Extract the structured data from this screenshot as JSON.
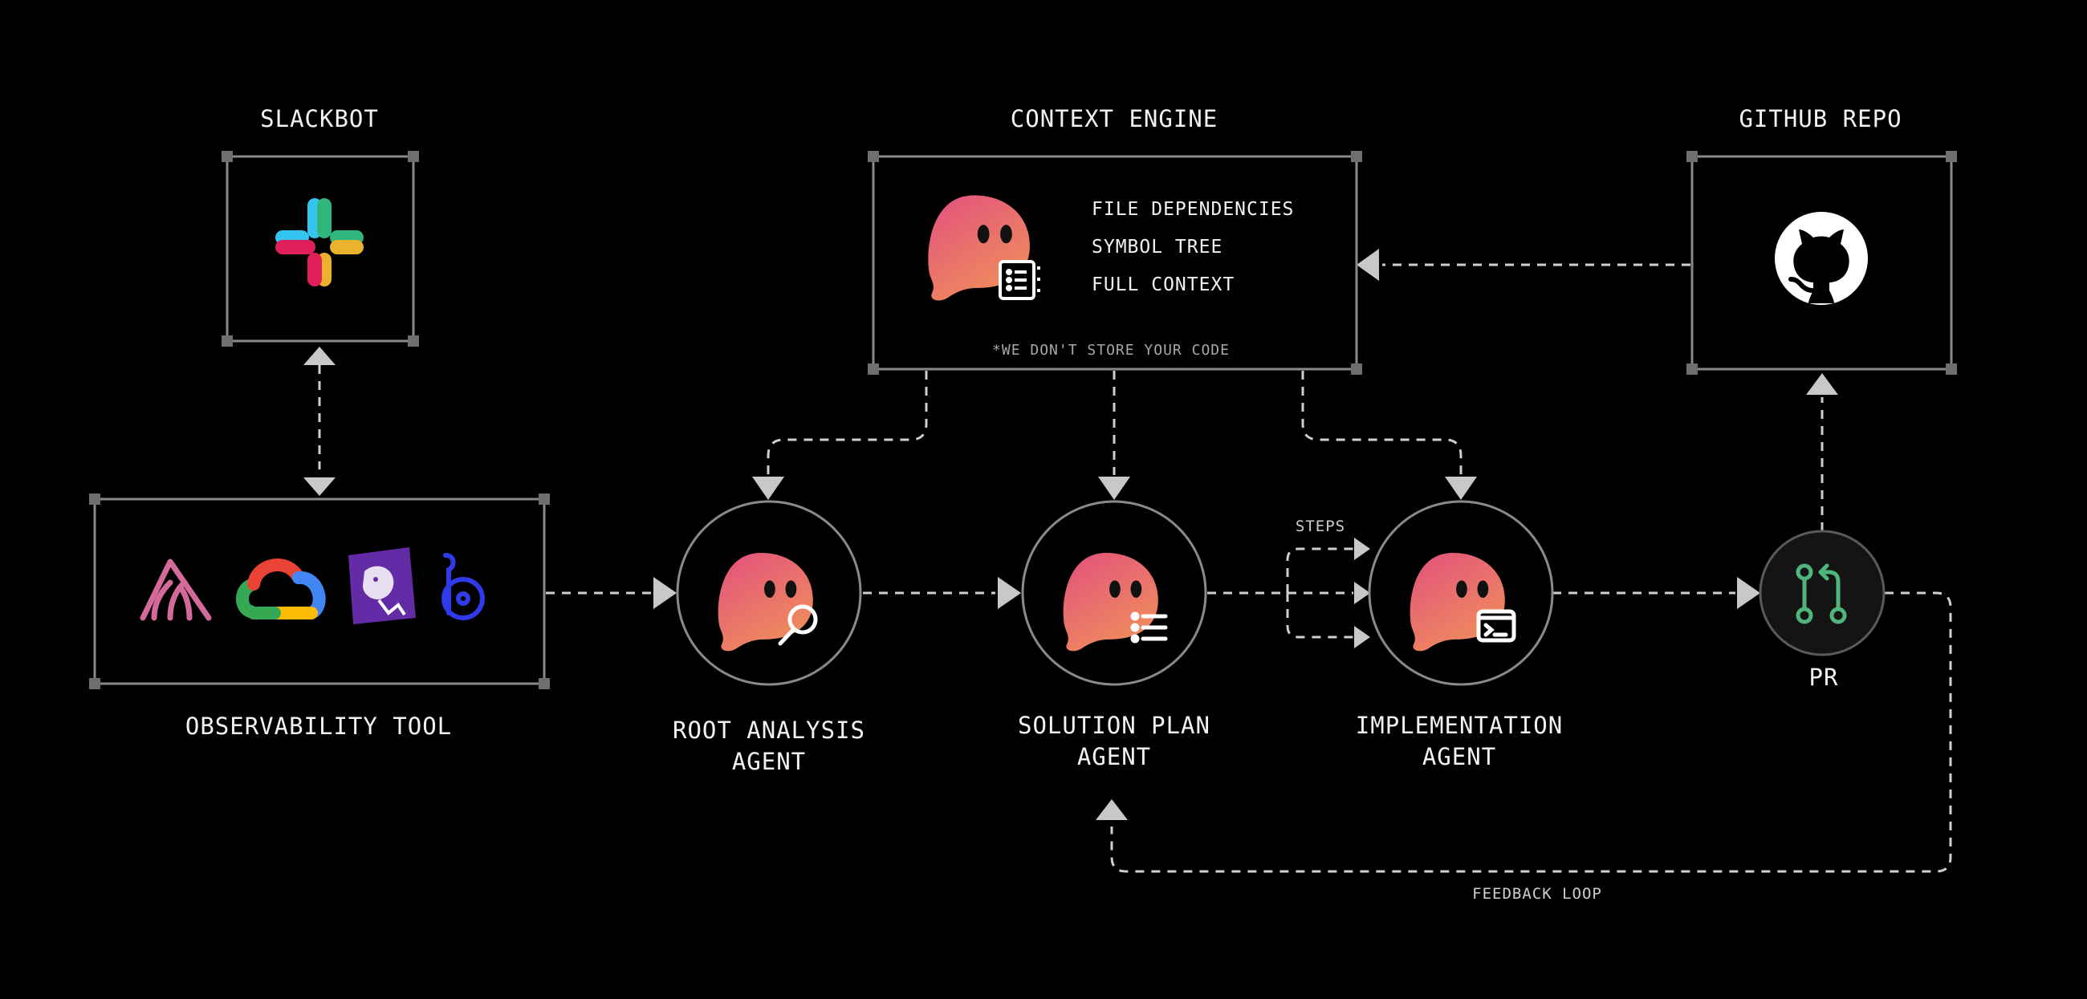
{
  "nodes": {
    "slackbot": {
      "label": "SLACKBOT"
    },
    "context_engine": {
      "label": "CONTEXT ENGINE",
      "features": [
        "FILE DEPENDENCIES",
        "SYMBOL TREE",
        "FULL CONTEXT"
      ],
      "note": "*WE DON'T STORE YOUR CODE"
    },
    "github_repo": {
      "label": "GITHUB REPO"
    },
    "observability_tool": {
      "label": "OBSERVABILITY TOOL",
      "icons": [
        "sentry-icon",
        "google-cloud-icon",
        "datadog-icon",
        "betterstack-icon"
      ]
    },
    "root_analysis_agent": {
      "label_line1": "ROOT ANALYSIS",
      "label_line2": "AGENT"
    },
    "solution_plan_agent": {
      "label_line1": "SOLUTION PLAN",
      "label_line2": "AGENT"
    },
    "implementation_agent": {
      "label_line1": "IMPLEMENTATION",
      "label_line2": "AGENT"
    },
    "pr": {
      "label": "PR"
    }
  },
  "edges": {
    "steps_label": "STEPS",
    "feedback_label": "FEEDBACK LOOP"
  },
  "colors": {
    "background": "#000000",
    "ghost_gradient_start": "#e8567c",
    "ghost_gradient_end": "#ee8a5f",
    "pr_icon": "#4fb57a",
    "line": "#cfcfcf",
    "box_border": "#8a8a8a"
  }
}
